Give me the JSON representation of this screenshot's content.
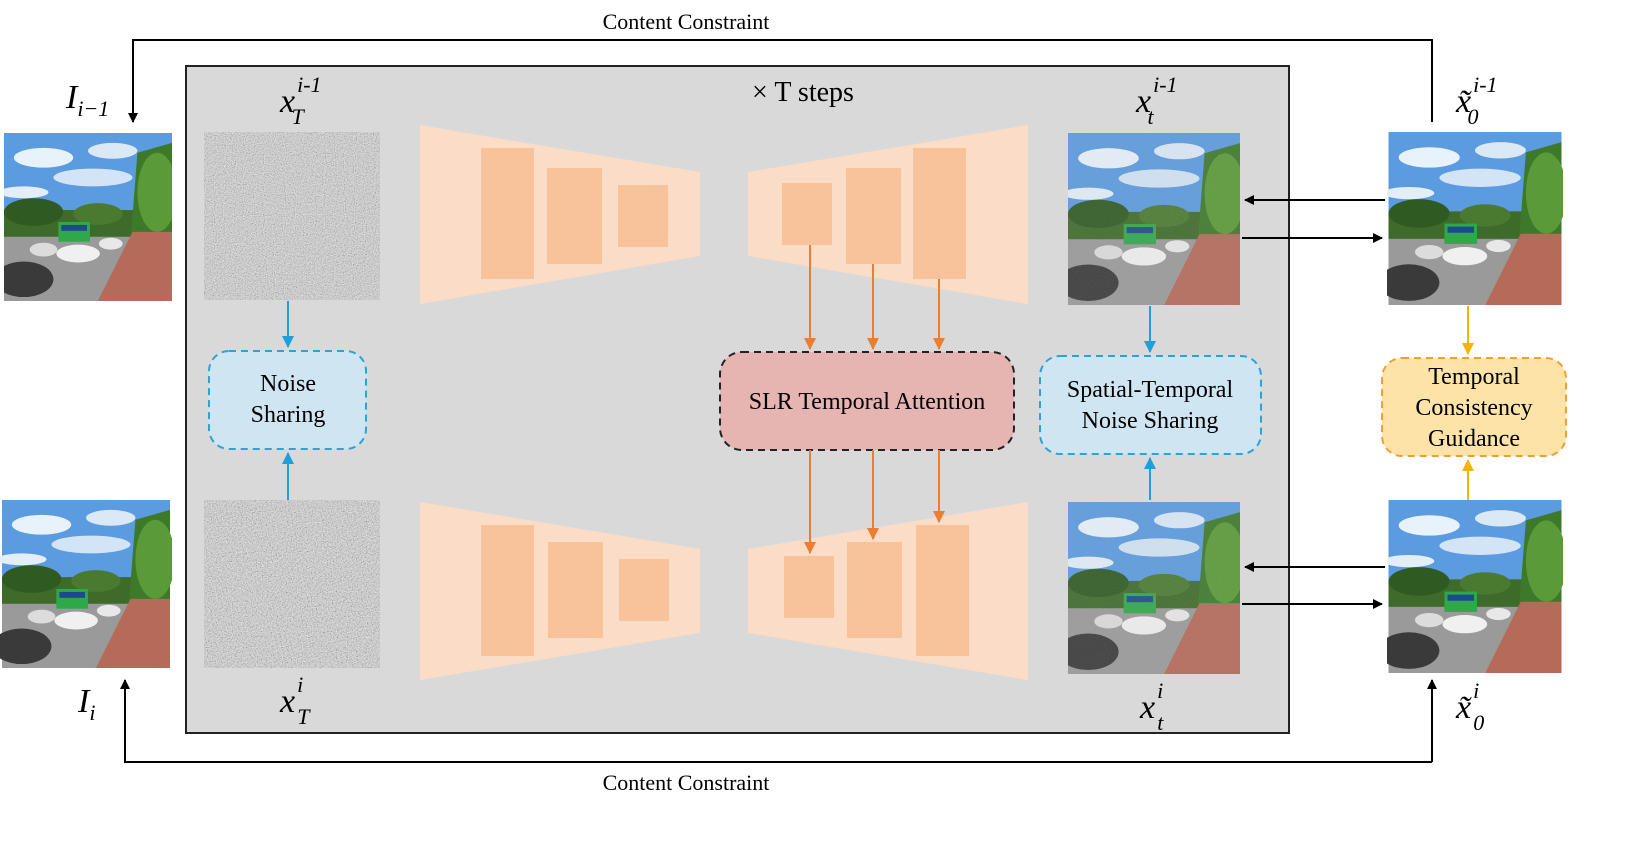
{
  "top_label": "Content Constraint",
  "bottom_label": "Content Constraint",
  "steps_label": "× T steps",
  "inputs": {
    "prev_frame": {
      "base": "I",
      "sub": "i−1"
    },
    "curr_frame": {
      "base": "I",
      "sub": "i"
    }
  },
  "noise": {
    "top": {
      "base": "x",
      "sup": "i-1",
      "sub": "T"
    },
    "bottom": {
      "base": "x",
      "sup": "i",
      "sub": "T"
    }
  },
  "noisy": {
    "top": {
      "base": "x",
      "sup": "i-1",
      "sub": "t"
    },
    "bottom": {
      "base": "x",
      "sup": "i",
      "sub": "t"
    }
  },
  "outputs": {
    "top": {
      "base": "x̃",
      "sup": "i-1",
      "sub": "0"
    },
    "bottom": {
      "base": "x̃",
      "sup": "i",
      "sub": "0"
    }
  },
  "boxes": {
    "noise_sharing": [
      "Noise",
      "Sharing"
    ],
    "slr_attention": [
      "SLR Temporal Attention"
    ],
    "st_noise_sharing": [
      "Spatial-Temporal",
      "Noise Sharing"
    ],
    "tc_guidance": [
      "Temporal",
      "Consistency",
      "Guidance"
    ]
  },
  "colors": {
    "panel_bg": "#d9d9d9",
    "unet_light": "#fbdcc6",
    "unet_block": "#f8c29a",
    "orange_arrow": "#ed7d31",
    "blue_arrow": "#1ea0dc",
    "yellow_arrow": "#f5b400",
    "blue_box": "#cfe6f2",
    "blue_box_border": "#2aa3d8",
    "red_box": "#e6b5b2",
    "yellow_box": "#fde3a7",
    "yellow_box_border": "#f0a030"
  }
}
